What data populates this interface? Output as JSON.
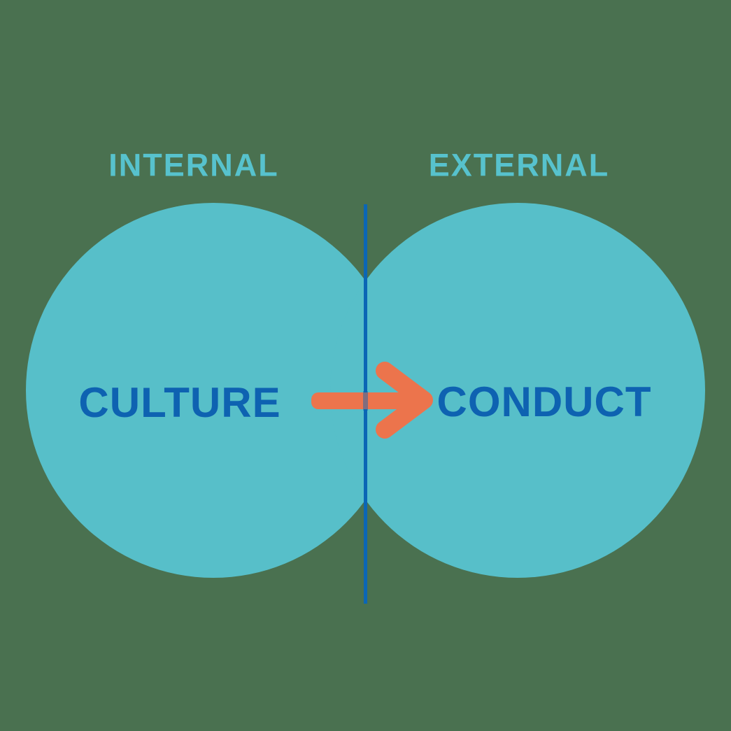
{
  "diagram": {
    "left_section": {
      "header": "INTERNAL",
      "circle_label": "CULTURE"
    },
    "right_section": {
      "header": "EXTERNAL",
      "circle_label": "CONDUCT"
    },
    "arrow": {
      "icon": "arrow-right-icon",
      "direction": "left-to-right"
    }
  },
  "colors": {
    "background": "#4a7150",
    "circle-teal": "#57bfc9",
    "header-teal": "#57c2cd",
    "label-blue": "#0e62b1",
    "divider-blue": "#0b66b5",
    "arrow-orange": "#ec744c"
  }
}
